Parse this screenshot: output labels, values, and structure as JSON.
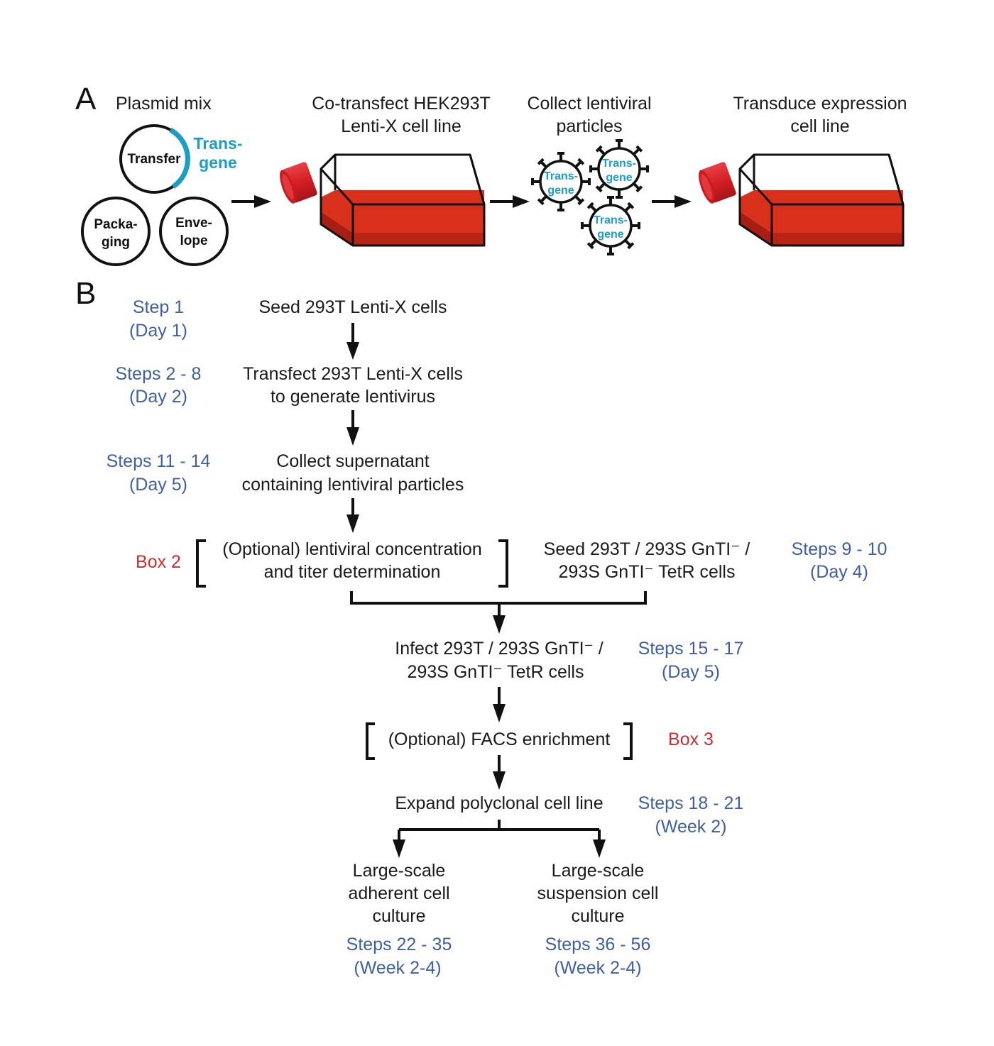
{
  "panel_a": {
    "label": "A",
    "headings": {
      "plasmid_mix": "Plasmid mix",
      "cotransfect": [
        "Co-transfect HEK293T",
        "Lenti-X cell line"
      ],
      "collect": [
        "Collect lentiviral",
        "particles"
      ],
      "transduce": [
        "Transduce expression",
        "cell line"
      ]
    },
    "plasmids": {
      "transfer": "Transfer",
      "transgene": [
        "Trans-",
        "gene"
      ],
      "packaging": [
        "Packa-",
        "ging"
      ],
      "envelope": [
        "Enve-",
        "lope"
      ]
    },
    "particle_label": [
      "Trans-",
      "gene"
    ],
    "colors": {
      "transgene": "#1b9dc4",
      "flask_medium": "#d9301c",
      "cap": "#d42226"
    }
  },
  "panel_b": {
    "label": "B",
    "steps": [
      {
        "step": [
          "Step 1",
          "(Day 1)"
        ],
        "text": [
          "Seed 293T Lenti-X cells"
        ]
      },
      {
        "step": [
          "Steps 2 - 8",
          "(Day 2)"
        ],
        "text": [
          "Transfect 293T Lenti-X cells",
          "to generate lentivirus"
        ]
      },
      {
        "step": [
          "Steps 11 - 14",
          "(Day 5)"
        ],
        "text": [
          "Collect supernatant",
          "containing lentiviral particles"
        ]
      }
    ],
    "optional_concentration": {
      "box": "Box 2",
      "text": [
        "(Optional) lentiviral concentration",
        "and titer determination"
      ]
    },
    "seed_expression": {
      "text": [
        "Seed 293T / 293S GnTI⁻ /",
        "293S GnTI⁻ TetR cells"
      ],
      "step": [
        "Steps 9 - 10",
        "(Day 4)"
      ]
    },
    "infect": {
      "text": [
        "Infect 293T / 293S GnTI⁻ /",
        "293S GnTI⁻ TetR cells"
      ],
      "step": [
        "Steps 15 - 17",
        "(Day 5)"
      ]
    },
    "facs": {
      "text": "(Optional) FACS enrichment",
      "box": "Box 3"
    },
    "expand": {
      "text": "Expand polyclonal cell line",
      "step": [
        "Steps 18 - 21",
        "(Week 2)"
      ]
    },
    "adherent": {
      "text": [
        "Large-scale",
        "adherent cell",
        "culture"
      ],
      "step": [
        "Steps 22 - 35",
        "(Week 2-4)"
      ]
    },
    "suspension": {
      "text": [
        "Large-scale",
        "suspension cell",
        "culture"
      ],
      "step": [
        "Steps 36 - 56",
        "(Week 2-4)"
      ]
    },
    "colors": {
      "step_text": "#3f5fa3",
      "box_text": "#d42a2e"
    }
  }
}
